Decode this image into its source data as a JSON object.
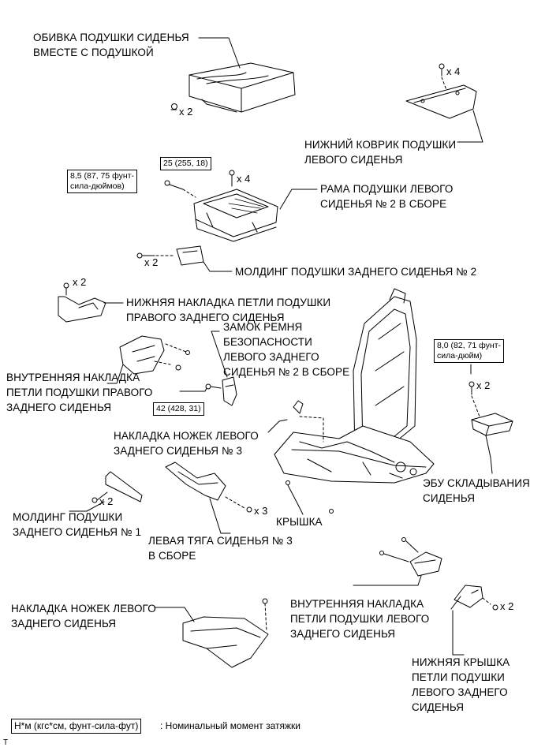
{
  "labels": {
    "cushion_cover": "ОБИВКА ПОДУШКИ СИДЕНЬЯ\nВМЕСТЕ С ПОДУШКОЙ",
    "lower_mat": "НИЖНИЙ КОВРИК ПОДУШКИ\nЛЕВОГО СИДЕНЬЯ",
    "frame": "РАМА ПОДУШКИ ЛЕВОГО\nСИДЕНЬЯ № 2 В СБОРЕ",
    "molding_rear_no2": "МОЛДИНГ ПОДУШКИ ЗАДНЕГО СИДЕНЬЯ № 2",
    "lower_hinge_cover_right": "НИЖНЯЯ НАКЛАДКА ПЕТЛИ ПОДУШКИ\nПРАВОГО ЗАДНЕГО СИДЕНЬЯ",
    "buckle": "ЗАМОК РЕМНЯ\nБЕЗОПАСНОСТИ\nЛЕВОГО ЗАДНЕГО\nСИДЕНЬЯ № 2 В СБОРЕ",
    "inner_hinge_cover_right": "ВНУТРЕННЯЯ НАКЛАДКА\nПЕТЛИ ПОДУШКИ ПРАВОГО\nЗАДНЕГО СИДЕНЬЯ",
    "leg_cover_no3": "НАКЛАДКА НОЖЕК ЛЕВОГО\nЗАДНЕГО СИДЕНЬЯ № 3",
    "ecu": "ЭБУ СКЛАДЫВАНИЯ\nСИДЕНЬЯ",
    "molding_rear_no1": "МОЛДИНГ ПОДУШКИ\nЗАДНЕГО СИДЕНЬЯ № 1",
    "cover": "КРЫШКА",
    "link_no3": "ЛЕВАЯ ТЯГА СИДЕНЬЯ № 3\nВ СБОРЕ",
    "leg_cover": "НАКЛАДКА НОЖЕК ЛЕВОГО\nЗАДНЕГО СИДЕНЬЯ",
    "inner_hinge_cover_left": "ВНУТРЕННЯЯ НАКЛАДКА\nПЕТЛИ ПОДУШКИ ЛЕВОГО\nЗАДНЕГО СИДЕНЬЯ",
    "lower_hinge_cover_left": "НИЖНЯЯ КРЫШКА\nПЕТЛИ ПОДУШКИ\nЛЕВОГО ЗАДНЕГО\nСИДЕНЬЯ"
  },
  "quantities": {
    "cushion_clip": "x 2",
    "mat_clip": "x 4",
    "frame_bolt": "x 4",
    "molding2_screw": "x 2",
    "right_lower_bolt": "x 2",
    "ecu_nut": "x 2",
    "molding1_clip": "x 2",
    "link_bolt": "x 3",
    "left_lower_clip": "x 2"
  },
  "torques": {
    "frame_bolt": "25 (255, 18)",
    "small_bolt": "8,5 (87, 75 фунт-\nсила-дюймов)",
    "buckle": "42 (428, 31)",
    "ecu": "8,0 (82, 71 фунт-\nсила-дюйм)"
  },
  "legend": {
    "unit": "Н*м (кгс*см, фунт-сила-фут)",
    "text": ": Номинальный момент затяжки"
  },
  "corner_mark": "T"
}
